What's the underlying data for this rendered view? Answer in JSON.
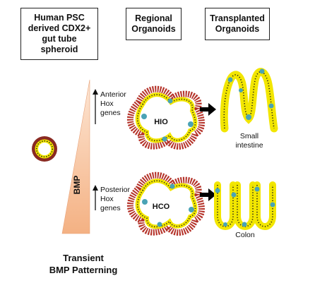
{
  "headers": {
    "spheroid": "Human PSC derived CDX2+ gut tube spheroid",
    "regional": "Regional Organoids",
    "transplanted": "Transplanted Organoids"
  },
  "gradient": {
    "label": "BMP"
  },
  "anterior": {
    "line1": "Anterior",
    "line2": "Hox",
    "line3": "genes",
    "organoid": "HIO",
    "result": "Small intestine"
  },
  "posterior": {
    "line1": "Posterior",
    "line2": "Hox",
    "line3": "genes",
    "organoid": "HCO",
    "result": "Colon"
  },
  "footer": {
    "line1": "Transient",
    "line2": "BMP Patterning"
  },
  "colors": {
    "gradient_fill": "#f4b183",
    "organoid_epithelium": "#f2e600",
    "mesenchyme": "#c0392b",
    "cells": "#4aa3b5",
    "nuclei": "#1a1a1a"
  }
}
